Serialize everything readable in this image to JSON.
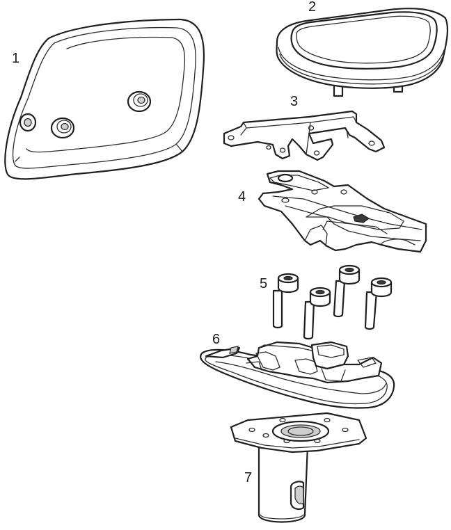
{
  "parts": [
    {
      "id": "part-1",
      "label": "1"
    },
    {
      "id": "part-2",
      "label": "2"
    },
    {
      "id": "part-3",
      "label": "3"
    },
    {
      "id": "part-4",
      "label": "4"
    },
    {
      "id": "part-5",
      "label": "5"
    },
    {
      "id": "part-6",
      "label": "6"
    },
    {
      "id": "part-7",
      "label": "7"
    }
  ],
  "colors": {
    "line": "#1f1f1f",
    "background": "#ffffff",
    "shade": "#cfcfcf"
  }
}
